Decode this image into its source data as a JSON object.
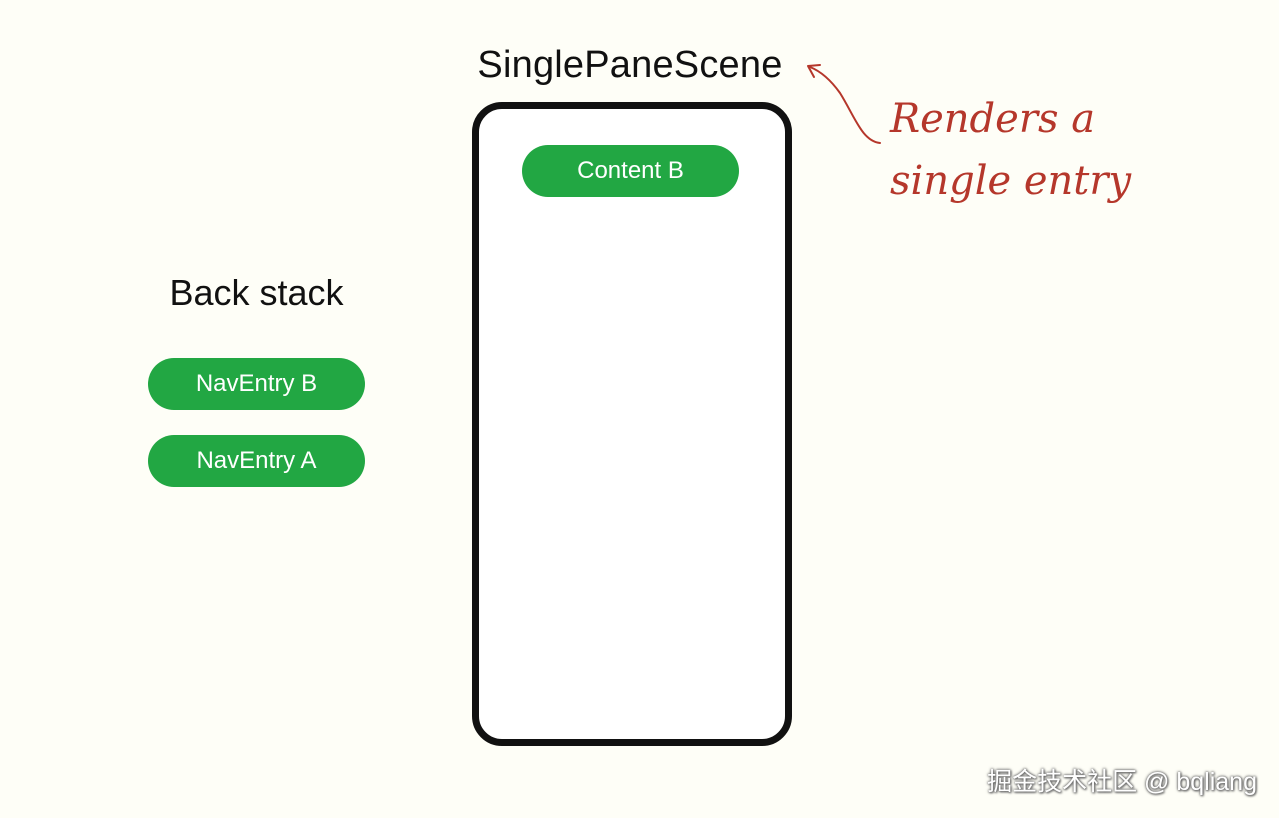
{
  "scene": {
    "title": "SinglePaneScene",
    "content_label": "Content B"
  },
  "back_stack": {
    "title": "Back stack",
    "entries": [
      "NavEntry B",
      "NavEntry A"
    ]
  },
  "annotation": {
    "text": "Renders a single entry",
    "color": "#b5372b"
  },
  "colors": {
    "pill": "#22a743",
    "background": "#fefef7",
    "frame": "#111111"
  },
  "watermark": "掘金技术社区 @ bqliang"
}
